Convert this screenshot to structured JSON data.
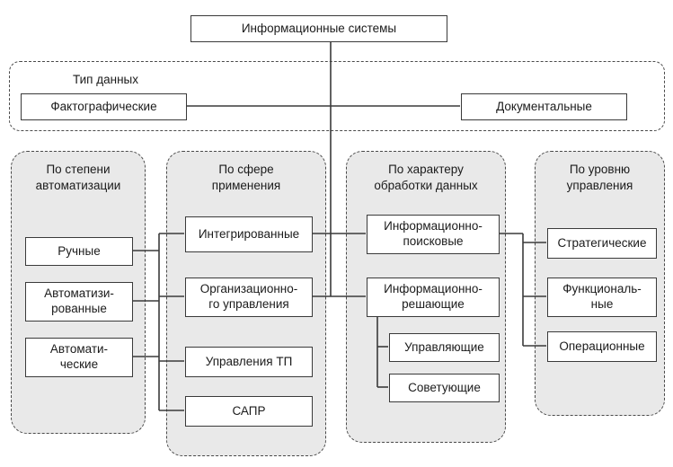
{
  "root": {
    "label": "Информационные системы"
  },
  "type_band": {
    "title": "Тип данных",
    "items": [
      {
        "label": "Фактографические"
      },
      {
        "label": "Документальные"
      }
    ]
  },
  "groups": [
    {
      "title": "По степени\nавтоматизации",
      "items": [
        {
          "label": "Ручные"
        },
        {
          "label": "Автоматизи-\nрованные"
        },
        {
          "label": "Автомати-\nческие"
        }
      ]
    },
    {
      "title": "По сфере\nприменения",
      "items": [
        {
          "label": "Интегрированные"
        },
        {
          "label": "Организационно-\nго управления"
        },
        {
          "label": "Управления ТП"
        },
        {
          "label": "САПР"
        }
      ]
    },
    {
      "title": "По характеру\nобработки данных",
      "items": [
        {
          "label": "Информационно-\nпоисковые"
        },
        {
          "label": "Информационно-\nрешающие"
        },
        {
          "label": "Управляющие"
        },
        {
          "label": "Советующие"
        }
      ]
    },
    {
      "title": "По уровню\nуправления",
      "items": [
        {
          "label": "Стратегические"
        },
        {
          "label": "Функциональ-\nные"
        },
        {
          "label": "Операционные"
        }
      ]
    }
  ],
  "colors": {
    "group_background": "#e9e9e9",
    "line": "#3a3a3a",
    "box_border": "#3a3a3a"
  }
}
